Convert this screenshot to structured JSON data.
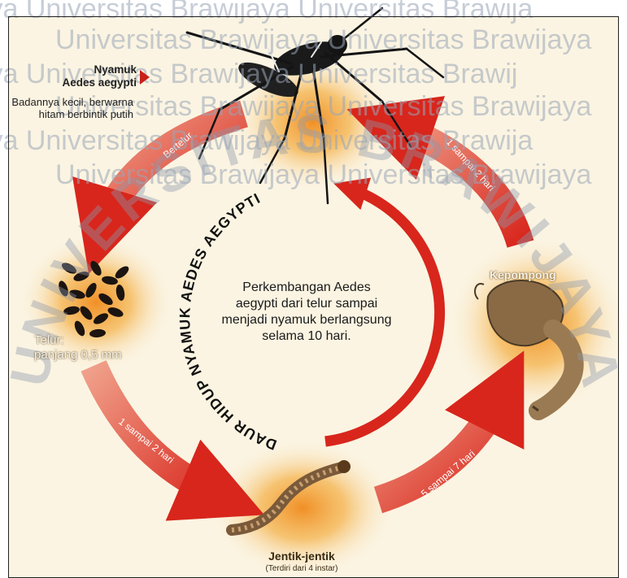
{
  "watermark": {
    "rows": [
      "jaya   Universitas Brawijaya   Universitas Brawija",
      "Universitas Brawijaya   Universitas Brawijaya",
      "jaya   Universitas Brawijaya   Universitas Brawij",
      "Universitas Brawijaya   Universitas Brawijaya",
      "jaya   Universitas Brawijaya   Universitas Brawija",
      "Universitas Brawijaya   Universitas Brawijaya"
    ],
    "arc_text": "UNIVERSITAS BRAWIJAYA"
  },
  "diagram": {
    "ring_title": "DAUR HIDUP NYAMUK AEDES AEGYPTI",
    "center_text": "Perkembangan Aedes aegypti dari telur sampai menjadi nyamuk berlangsung selama 10 hari.",
    "mosquito": {
      "name_line1": "Nyamuk",
      "name_line2": "Aedes aegypti",
      "description": "Badannya kecil, berwarna  hitam berbintik putih"
    },
    "stages": {
      "egg": {
        "label": "Telur:",
        "detail": "panjang 0,5 mm"
      },
      "pupa": {
        "label": "Kepompong"
      },
      "larva": {
        "label": "Jentik-jentik",
        "detail": "(Terdiri dari 4 instar)"
      }
    },
    "arrows": {
      "mosquito_to_egg": "Bertelur",
      "egg_to_larva": "1 sampai 2 hari",
      "larva_to_pupa": "5 sampai 7 hari",
      "pupa_to_mosquito": "1 sampai 2 hari"
    }
  },
  "colors": {
    "arrow_red": "#d8261c",
    "glow_orange": "#f4a53a",
    "background_cream": "#fbf4e2",
    "watermark": "#9aa6b8"
  }
}
